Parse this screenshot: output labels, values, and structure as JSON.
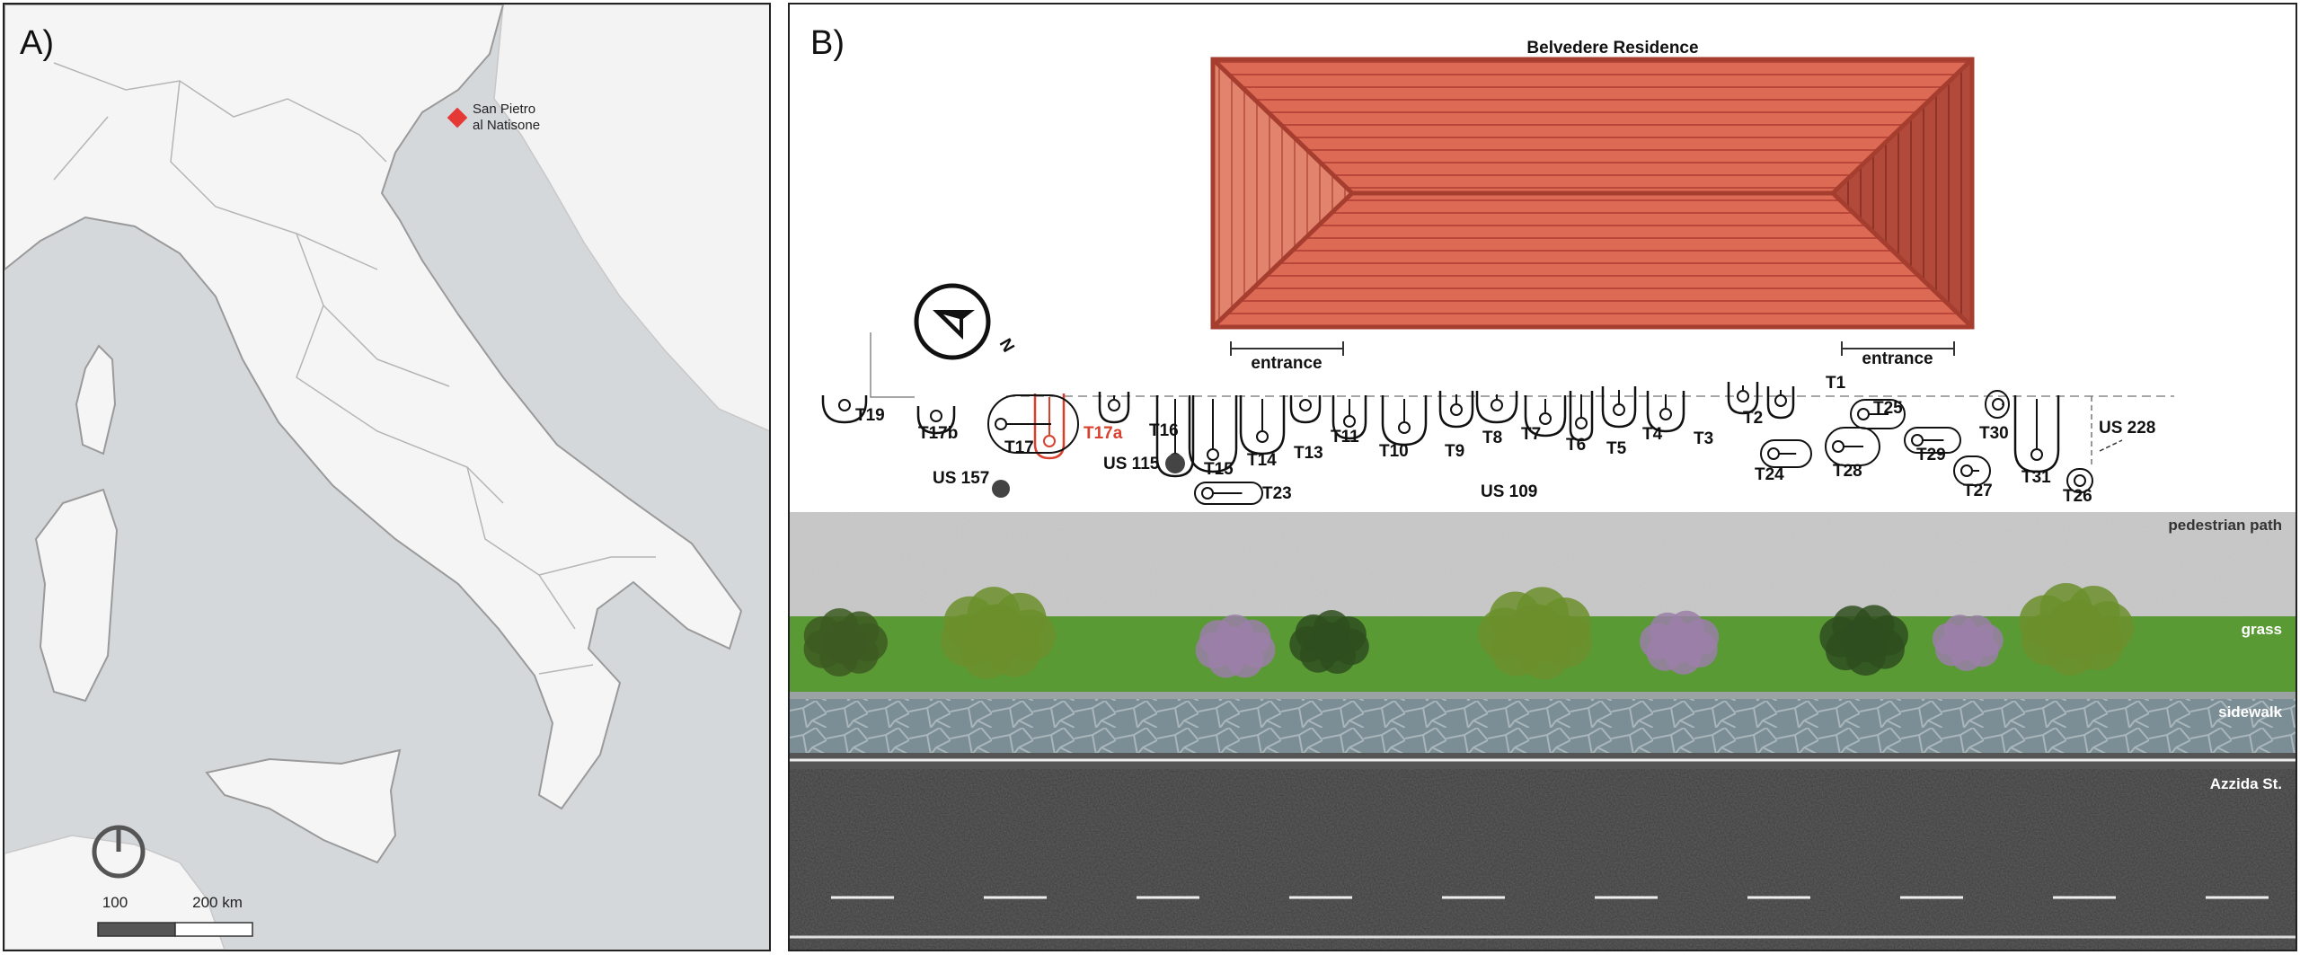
{
  "panel_a": {
    "label": "A)",
    "marker": {
      "line1": "San Pietro",
      "line2": "al Natisone",
      "color": "#e53935"
    },
    "scale": {
      "tick_mid": "100",
      "tick_end": "200 km"
    },
    "icons": [
      "north-arrow-icon",
      "location-marker-icon"
    ]
  },
  "panel_b": {
    "label": "B)",
    "building": "Belvedere Residence",
    "entrance_left": "entrance",
    "entrance_right": "entrance",
    "north": "N",
    "zones": {
      "path": "pedestrian path",
      "grass": "grass",
      "sidewalk": "sidewalk",
      "street": "Azzida St."
    },
    "units": {
      "us157": "US 157",
      "us115": "US 115",
      "us109": "US 109",
      "us228": "US 228"
    },
    "tombs": {
      "T19": "T19",
      "T17b": "T17b",
      "T17": "T17",
      "T17a": "T17a",
      "T16": "T16",
      "T15": "T15",
      "T14": "T14",
      "T13": "T13",
      "T11": "T11",
      "T10": "T10",
      "T9": "T9",
      "T8": "T8",
      "T7": "T7",
      "T6": "T6",
      "T5": "T5",
      "T4": "T4",
      "T3": "T3",
      "T2": "T2",
      "T1": "T1",
      "T25": "T25",
      "T24": "T24",
      "T28": "T28",
      "T29": "T29",
      "T30": "T30",
      "T27": "T27",
      "T31": "T31",
      "T26": "T26",
      "T23": "T23"
    },
    "highlight_color": "#d9412e",
    "roof_color": "#d9644f"
  }
}
